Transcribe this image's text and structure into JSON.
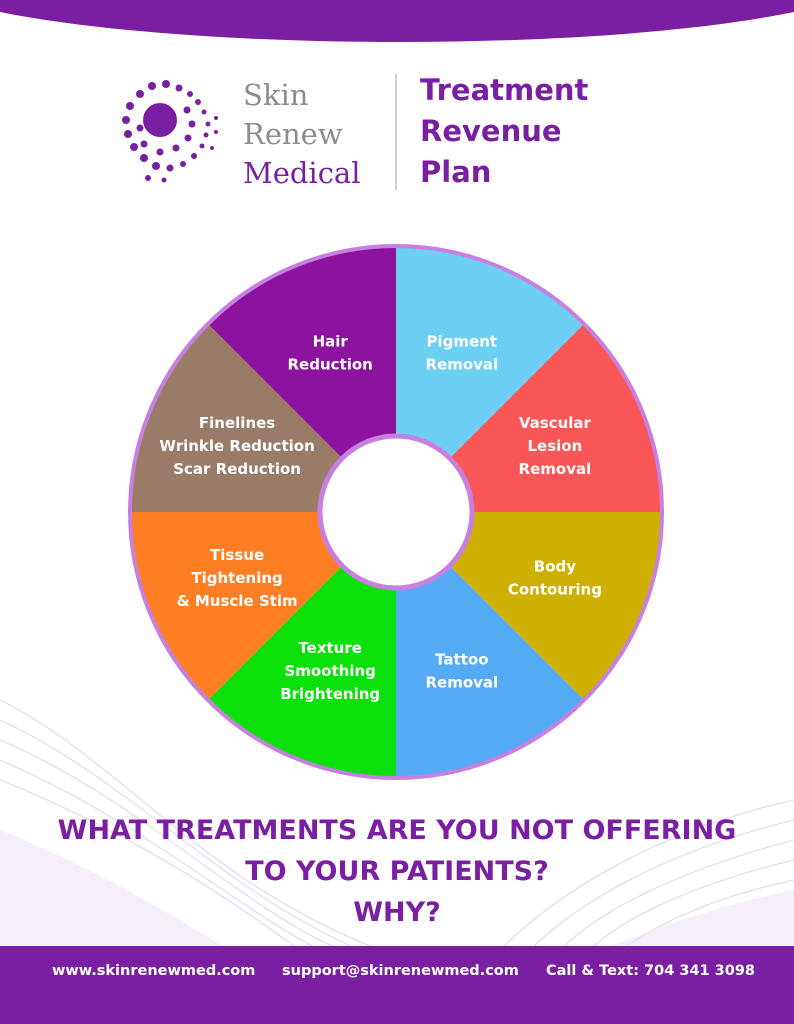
{
  "brand": {
    "line1": "Skin",
    "line2": "Renew",
    "line3": "Medical",
    "accent_color": "#7b1fa2"
  },
  "title": {
    "line1": "Treatment",
    "line2": "Revenue",
    "line3": "Plan"
  },
  "wheel": {
    "segments": [
      {
        "lines": [
          "Pigment",
          "Removal"
        ],
        "color": "#6ccff3"
      },
      {
        "lines": [
          "Vascular",
          "Lesion",
          "Removal"
        ],
        "color": "#f95757"
      },
      {
        "lines": [
          "Body",
          "Contouring"
        ],
        "color": "#ceb100"
      },
      {
        "lines": [
          "Tattoo",
          "Removal"
        ],
        "color": "#55aaf4"
      },
      {
        "lines": [
          "Texture",
          "Smoothing",
          "Brightening"
        ],
        "color": "#0be00b"
      },
      {
        "lines": [
          "Tissue",
          "Tightening",
          "& Muscle Stim"
        ],
        "color": "#fd7e23"
      },
      {
        "lines": [
          "Finelines",
          "Wrinkle Reduction",
          "Scar Reduction"
        ],
        "color": "#9a7b67"
      },
      {
        "lines": [
          "Hair",
          "Reduction"
        ],
        "color": "#8b139e"
      }
    ],
    "border_color": "#c77fe0"
  },
  "question": {
    "line1": "WHAT TREATMENTS ARE YOU NOT OFFERING",
    "line2": "TO YOUR PATIENTS?",
    "line3": "WHY?"
  },
  "footer": {
    "website": "www.skinrenewmed.com",
    "email": "support@skinrenewmed.com",
    "phone": "Call & Text:  704 341 3098"
  }
}
